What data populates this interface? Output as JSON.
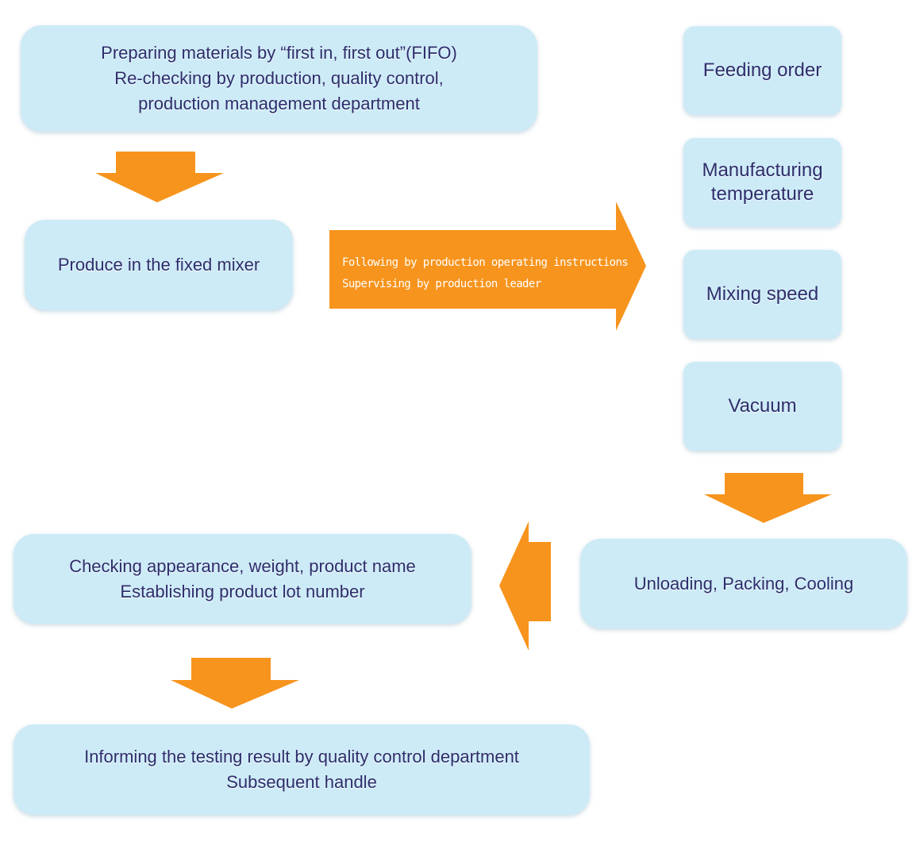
{
  "steps": {
    "prepare": {
      "line1": "Preparing materials by “first in, first out”(FIFO)",
      "line2": "Re-checking by production, quality control,",
      "line3": "production management department"
    },
    "produce": {
      "line1": "Produce in the fixed mixer"
    },
    "instructions": {
      "line1": "Following by production operating instructions",
      "line2": "Supervising by production leader"
    },
    "params": [
      {
        "label": "Feeding order"
      },
      {
        "label": "Manufacturing temperature"
      },
      {
        "label": "Mixing speed"
      },
      {
        "label": "Vacuum"
      }
    ],
    "unload": {
      "line1": "Unloading, Packing, Cooling"
    },
    "check": {
      "line1": "Checking appearance, weight, product name",
      "line2": "Establishing product lot number"
    },
    "inform": {
      "line1": "Informing the testing result by quality control department",
      "line2": "Subsequent handle"
    }
  },
  "colors": {
    "box_fill": "#cdebf7",
    "text": "#2d2d6b",
    "arrow": "#f7941d"
  }
}
